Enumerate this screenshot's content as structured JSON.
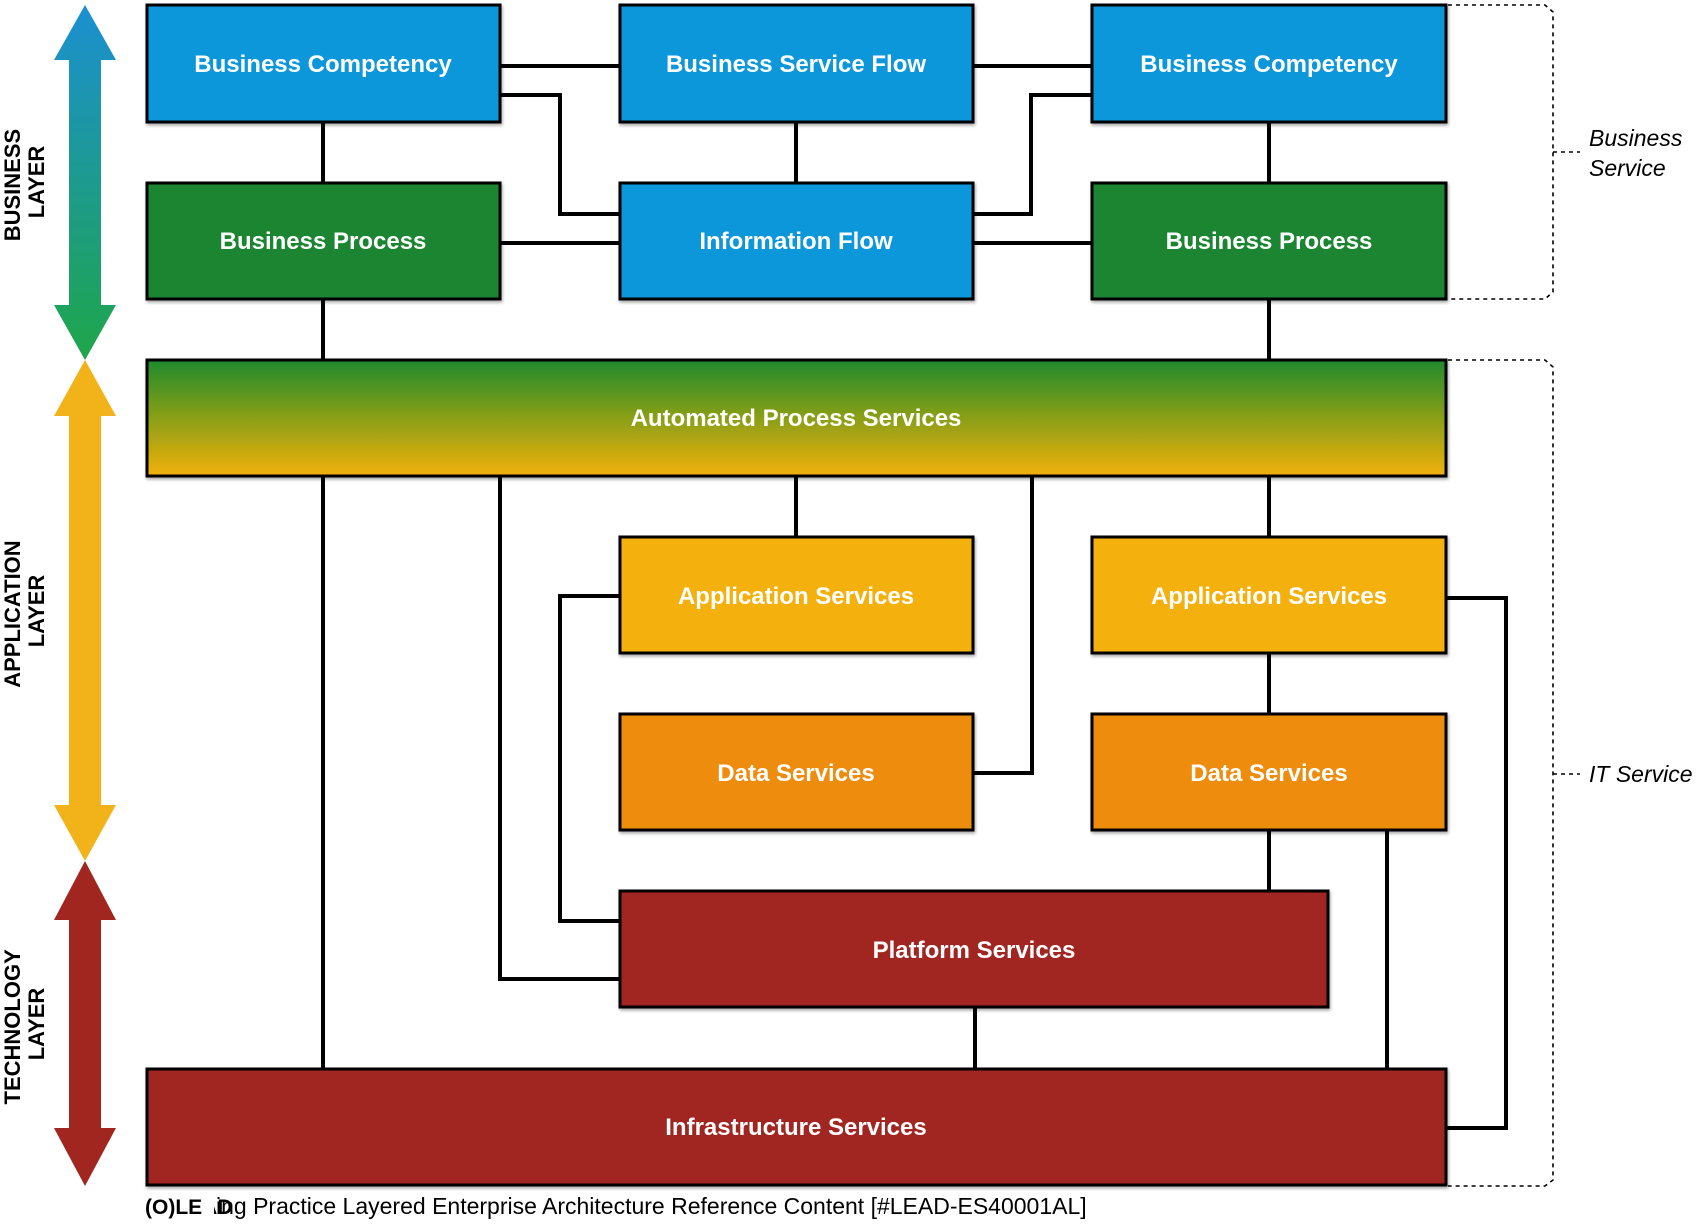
{
  "layers": {
    "business": "BUSINESS LAYER",
    "application": "APPLICATION LAYER",
    "technology": "TECHNOLOGY LAYER"
  },
  "boxes": {
    "business_competency_left": "Business Competency",
    "business_service_flow": "Business Service Flow",
    "business_competency_right": "Business Competency",
    "business_process_left": "Business Process",
    "information_flow": "Information Flow",
    "business_process_right": "Business Process",
    "automated_process_services": "Automated Process Services",
    "application_services_left": "Application Services",
    "application_services_right": "Application Services",
    "data_services_left": "Data Services",
    "data_services_right": "Data Services",
    "platform_services": "Platform Services",
    "infrastructure_services": "Infrastructure Services"
  },
  "brackets": {
    "business_service": "Business Service",
    "it_service": "IT Service"
  },
  "footer": {
    "logo": "(O)LEAD",
    "text": "LEADing Practice Layered Enterprise Architecture Reference Content [#LEAD-ES40001AL]"
  },
  "colors": {
    "business_blue": "#1197DB",
    "business_green": "#1D8530",
    "application_yellow": "#F4B10E",
    "data_orange": "#EE8C07",
    "technology_red": "#A12620"
  }
}
